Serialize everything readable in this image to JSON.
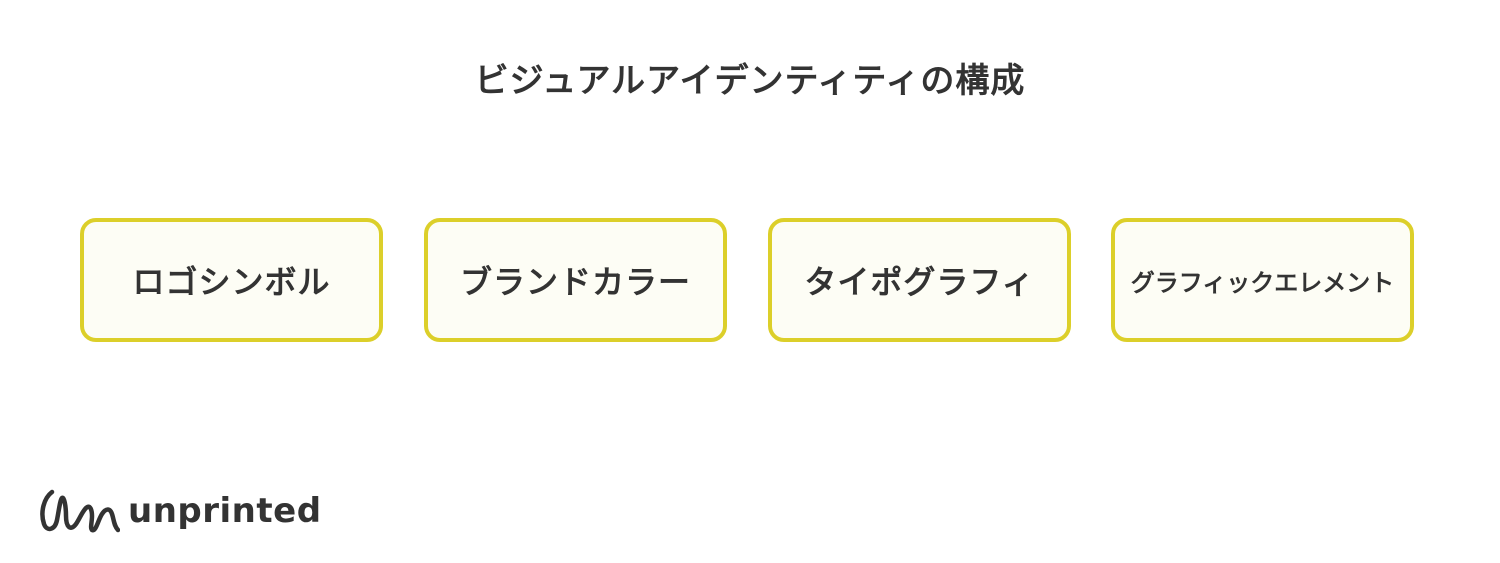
{
  "title": "ビジュアルアイデンティティの構成",
  "elements": [
    {
      "label": "ロゴシンボル"
    },
    {
      "label": "ブランドカラー"
    },
    {
      "label": "タイポグラフィ"
    },
    {
      "label": "グラフィックエレメント"
    }
  ],
  "brand": {
    "wordmark": "unprinted",
    "icon": "unprinted-logo-icon"
  },
  "colors": {
    "box_border": "#dccf2a",
    "box_fill": "#fdfdf5",
    "text": "#333333"
  }
}
